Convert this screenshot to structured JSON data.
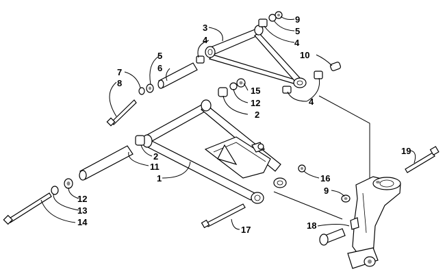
{
  "diagram": {
    "kind": "exploded-parts-view",
    "callouts": [
      {
        "id": "c1",
        "text": "1"
      },
      {
        "id": "c2a",
        "text": "2"
      },
      {
        "id": "c2b",
        "text": "2"
      },
      {
        "id": "c3",
        "text": "3"
      },
      {
        "id": "c4a",
        "text": "4"
      },
      {
        "id": "c4b",
        "text": "4"
      },
      {
        "id": "c4c",
        "text": "4"
      },
      {
        "id": "c5a",
        "text": "5"
      },
      {
        "id": "c5b",
        "text": "5"
      },
      {
        "id": "c6",
        "text": "6"
      },
      {
        "id": "c7",
        "text": "7"
      },
      {
        "id": "c8",
        "text": "8"
      },
      {
        "id": "c9a",
        "text": "9"
      },
      {
        "id": "c9b",
        "text": "9"
      },
      {
        "id": "c10",
        "text": "10"
      },
      {
        "id": "c11",
        "text": "11"
      },
      {
        "id": "c12a",
        "text": "12"
      },
      {
        "id": "c12b",
        "text": "12"
      },
      {
        "id": "c13",
        "text": "13"
      },
      {
        "id": "c14",
        "text": "14"
      },
      {
        "id": "c15",
        "text": "15"
      },
      {
        "id": "c16",
        "text": "16"
      },
      {
        "id": "c17",
        "text": "17"
      },
      {
        "id": "c18",
        "text": "18"
      },
      {
        "id": "c19",
        "text": "19"
      }
    ]
  }
}
